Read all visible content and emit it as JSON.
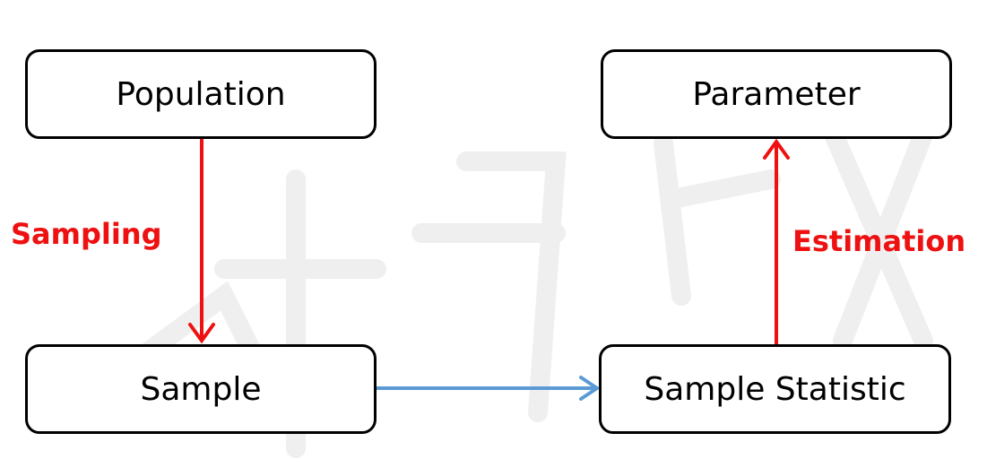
{
  "nodes": {
    "population": "Population",
    "parameter": "Parameter",
    "sample": "Sample",
    "sample_statistic": "Sample Statistic"
  },
  "edges": {
    "sampling": "Sampling",
    "estimation": "Estimation"
  },
  "colors": {
    "red_arrow": "#ee1111",
    "blue_arrow": "#5b9bd5",
    "box_border": "#000000",
    "watermark": "#ececec"
  }
}
